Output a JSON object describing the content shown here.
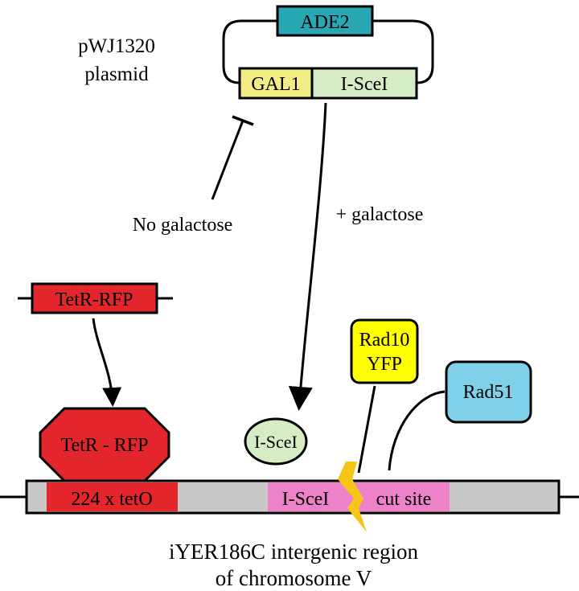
{
  "plasmid": {
    "name_line1": "pWJ1320",
    "name_line2": "plasmid",
    "marker": "ADE2",
    "promoter": "GAL1",
    "gene": "I-SceI"
  },
  "conditions": {
    "no_galactose": "No galactose",
    "plus_galactose": "+ galactose"
  },
  "proteins": {
    "tetr_gene": "TetR-RFP",
    "tetr_protein": "TetR - RFP",
    "isce1_protein": "I-SceI",
    "rad10_line1": "Rad10",
    "rad10_line2": "YFP",
    "rad51": "Rad51"
  },
  "chromosome": {
    "teto_array": "224 x tetO",
    "isce1_site": "I-SceI",
    "cut_site": "cut site",
    "caption_line1": "iYER186C intergenic region",
    "caption_line2": "of chromosome V"
  },
  "colors": {
    "ade2": "#29a8b4",
    "gal1": "#f4ec84",
    "isce1_gene": "#d6ecc5",
    "tetr_red": "#e3262b",
    "isce1_protein": "#d6ecc5",
    "rad10": "#ffff00",
    "rad51": "#7fd0e8",
    "chromosome": "#c8c8c8",
    "cut_site_pink": "#ee82c8",
    "lightning": "#f5c518"
  }
}
